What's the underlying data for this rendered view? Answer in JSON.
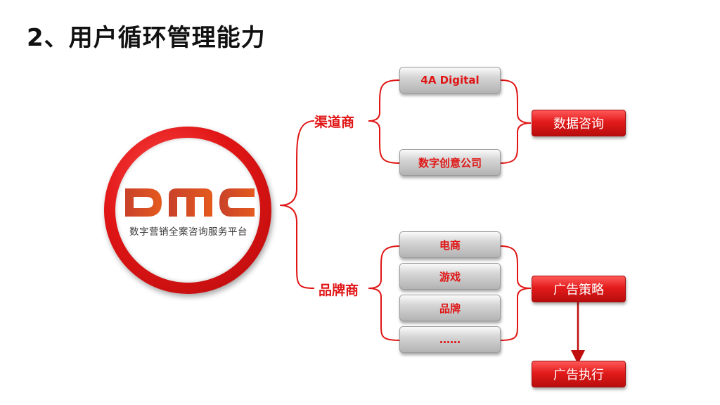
{
  "title": "2、用户循环管理能力",
  "logo": {
    "text": "DMC",
    "subtitle": "数字营销全案咨询服务平台"
  },
  "branches": {
    "channel": {
      "label": "渠道商",
      "items": [
        "4A Digital",
        "数字创意公司"
      ],
      "result": "数据咨询"
    },
    "brand": {
      "label": "品牌商",
      "items": [
        "电商",
        "游戏",
        "品牌",
        "……"
      ],
      "result": "广告策略",
      "next": "广告执行"
    }
  },
  "colors": {
    "accent": "#e01515",
    "box_gray": "#c4c4c4",
    "text_dark": "#111111"
  }
}
